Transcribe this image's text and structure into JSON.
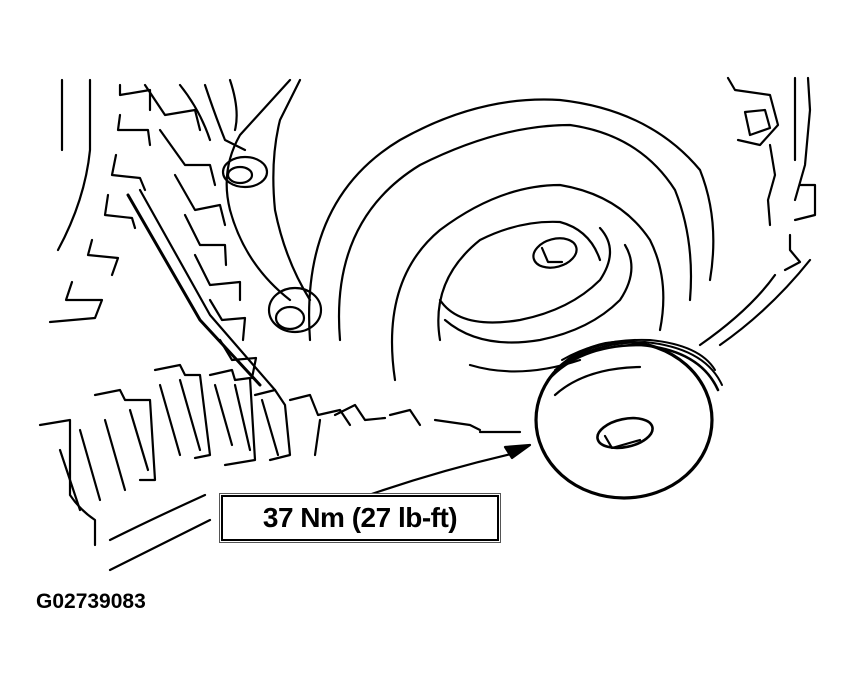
{
  "diagram": {
    "type": "technical-line-illustration",
    "subject": "timing belt, toothed sprocket, crankshaft sprocket and tensioner/idler pulley bolt",
    "colors": {
      "ink": "#000000",
      "background": "#ffffff"
    },
    "callout": {
      "torque_label": "37 Nm (27 lb-ft)",
      "points_to": "pulley-bolt"
    },
    "figure_id": "G02739083"
  }
}
